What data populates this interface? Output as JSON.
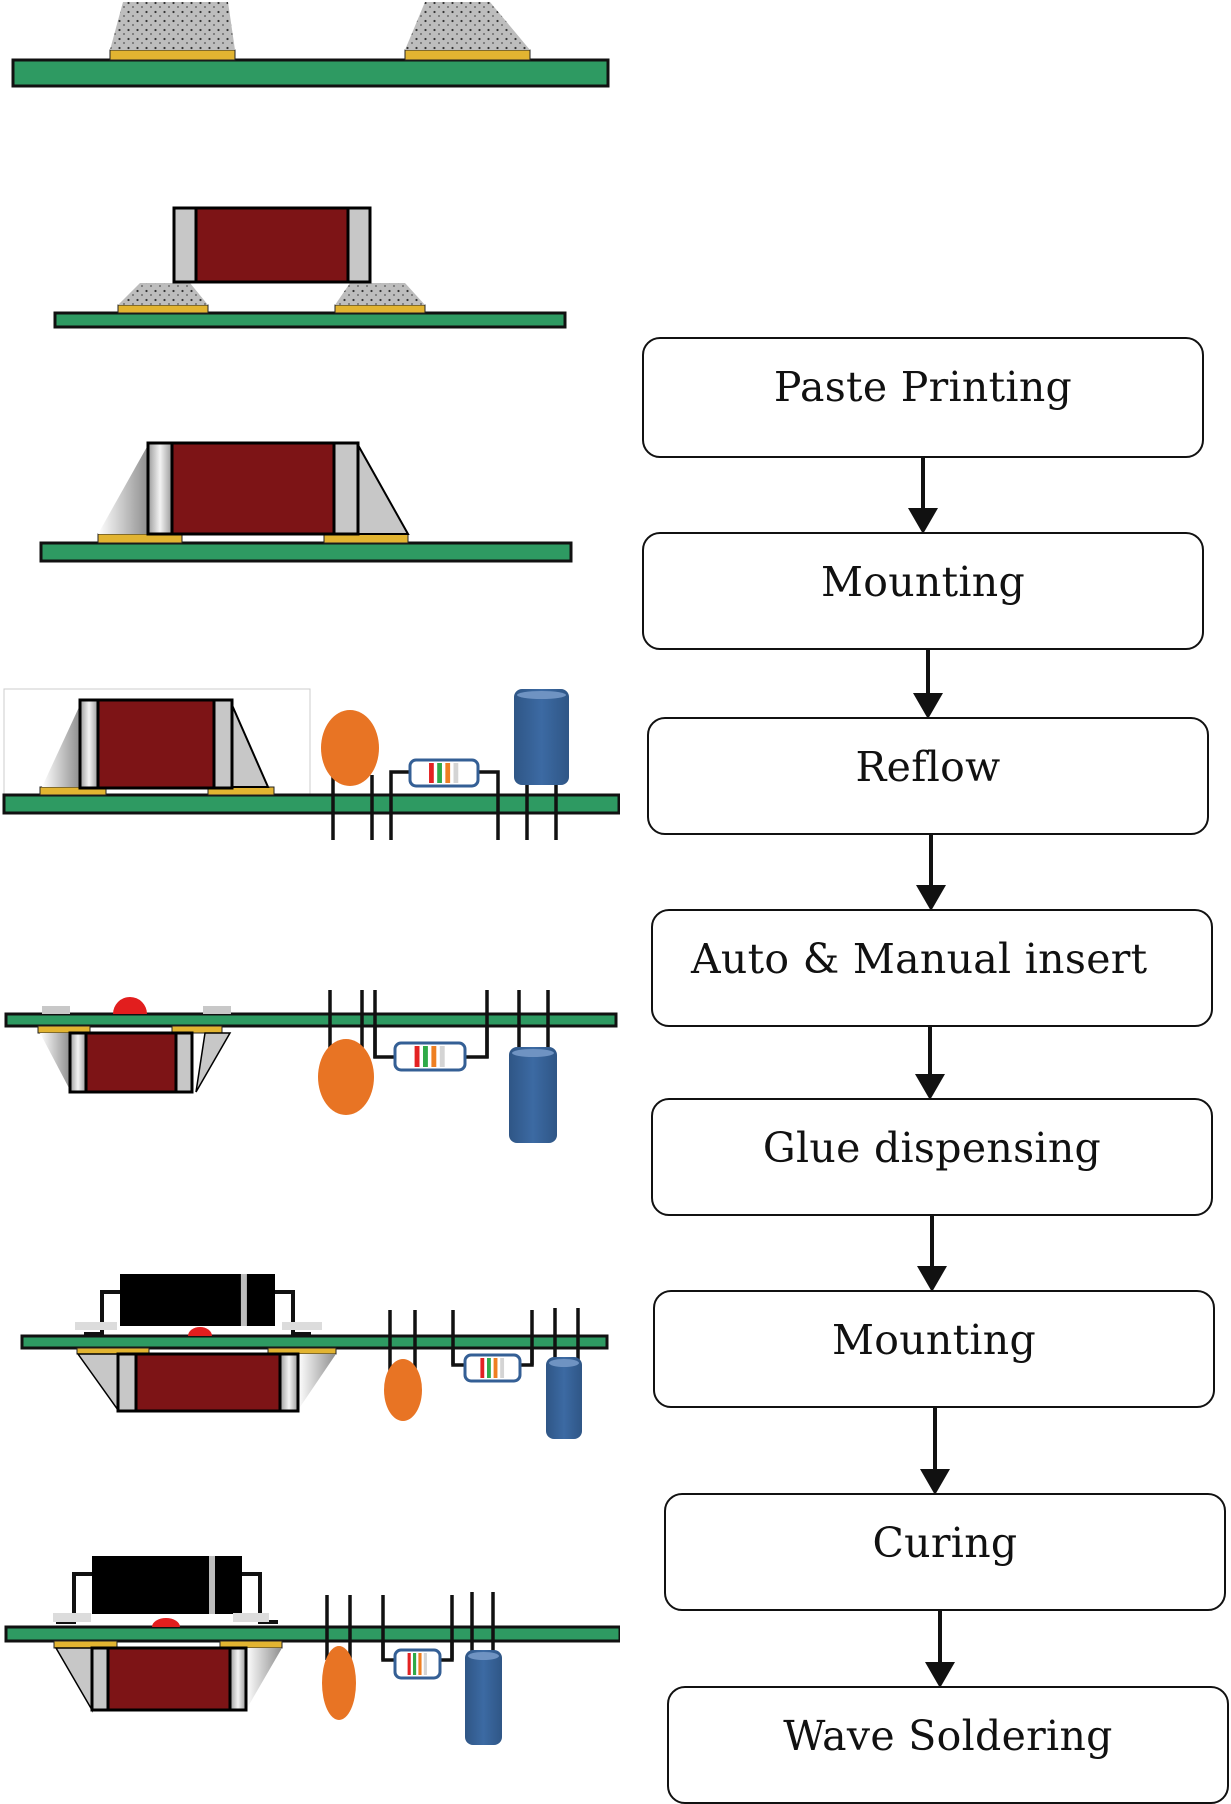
{
  "figure": {
    "title": "SMT and through-hole mixed assembly process flow"
  },
  "colors": {
    "pcb_green": "#2e9a62",
    "pad_gold": "#e2b431",
    "component_body": "#7d1416",
    "terminal_gray": "#c7c7c7",
    "solder_paste": "#bdbdbd",
    "capacitor_orange": "#e87424",
    "electrolytic_blue": "#345f95",
    "glue_red": "#e21e1e",
    "ic_black": "#000000",
    "box_border": "#111111"
  },
  "steps": [
    {
      "label": "Paste Printing"
    },
    {
      "label": "Mounting"
    },
    {
      "label": "Reflow"
    },
    {
      "label": "Auto & Manual insert"
    },
    {
      "label": "Glue dispensing"
    },
    {
      "label": "Mounting"
    },
    {
      "label": "Curing"
    },
    {
      "label": "Wave Soldering"
    }
  ],
  "illustrations": [
    {
      "stage": "solder paste on pads"
    },
    {
      "stage": "SMD chip placed on paste"
    },
    {
      "stage": "chip reflowed with solder fillets"
    },
    {
      "stage": "through-hole parts inserted"
    },
    {
      "stage": "board flipped, glue dot dispensed"
    },
    {
      "stage": "bottom-side SMD mounted on glue"
    },
    {
      "stage": "cured assembly ready for wave"
    }
  ],
  "resistor_bands": [
    "#e32222",
    "#2faa48",
    "#ee7f22",
    "#d4d4d4"
  ]
}
